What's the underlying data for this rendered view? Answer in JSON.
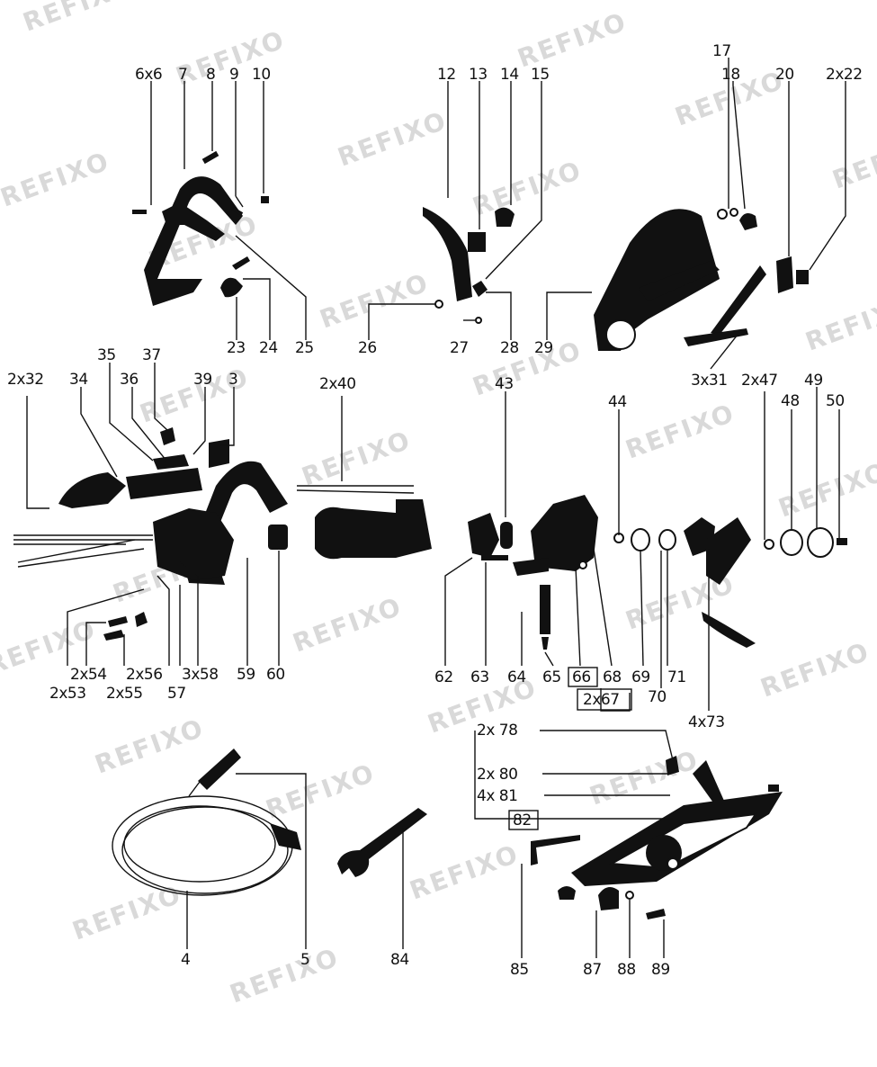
{
  "watermark": "REFIXO",
  "labels": {
    "l6x6": "6x6",
    "l7": "7",
    "l8": "8",
    "l9": "9",
    "l10": "10",
    "l12": "12",
    "l13": "13",
    "l14": "14",
    "l15": "15",
    "l17": "17",
    "l18": "18",
    "l20": "20",
    "l2x22": "2x22",
    "l23": "23",
    "l24": "24",
    "l25": "25",
    "l26": "26",
    "l27": "27",
    "l28": "28",
    "l29": "29",
    "l3x31": "3x31",
    "l2x47": "2x47",
    "l48": "48",
    "l49": "49",
    "l50": "50",
    "l35": "35",
    "l37": "37",
    "l2x32": "2x32",
    "l34": "34",
    "l36": "36",
    "l39": "39",
    "l3": "3",
    "l2x40": "2x40",
    "l43": "43",
    "l44": "44",
    "l2x54": "2x54",
    "l2x56": "2x56",
    "l3x58": "3x58",
    "l59": "59",
    "l60": "60",
    "l2x53": "2x53",
    "l2x55": "2x55",
    "l57": "57",
    "l62": "62",
    "l63": "63",
    "l64": "64",
    "l65": "65",
    "l66": "66",
    "l68": "68",
    "l69": "69",
    "l71": "71",
    "l2x67": "2x67",
    "l70": "70",
    "l4x73": "4x73",
    "l2x78": "2x 78",
    "l2x80": "2x 80",
    "l4x81": "4x 81",
    "l82": "82",
    "l4": "4",
    "l5": "5",
    "l84": "84",
    "l85": "85",
    "l87": "87",
    "l88": "88",
    "l89": "89"
  }
}
